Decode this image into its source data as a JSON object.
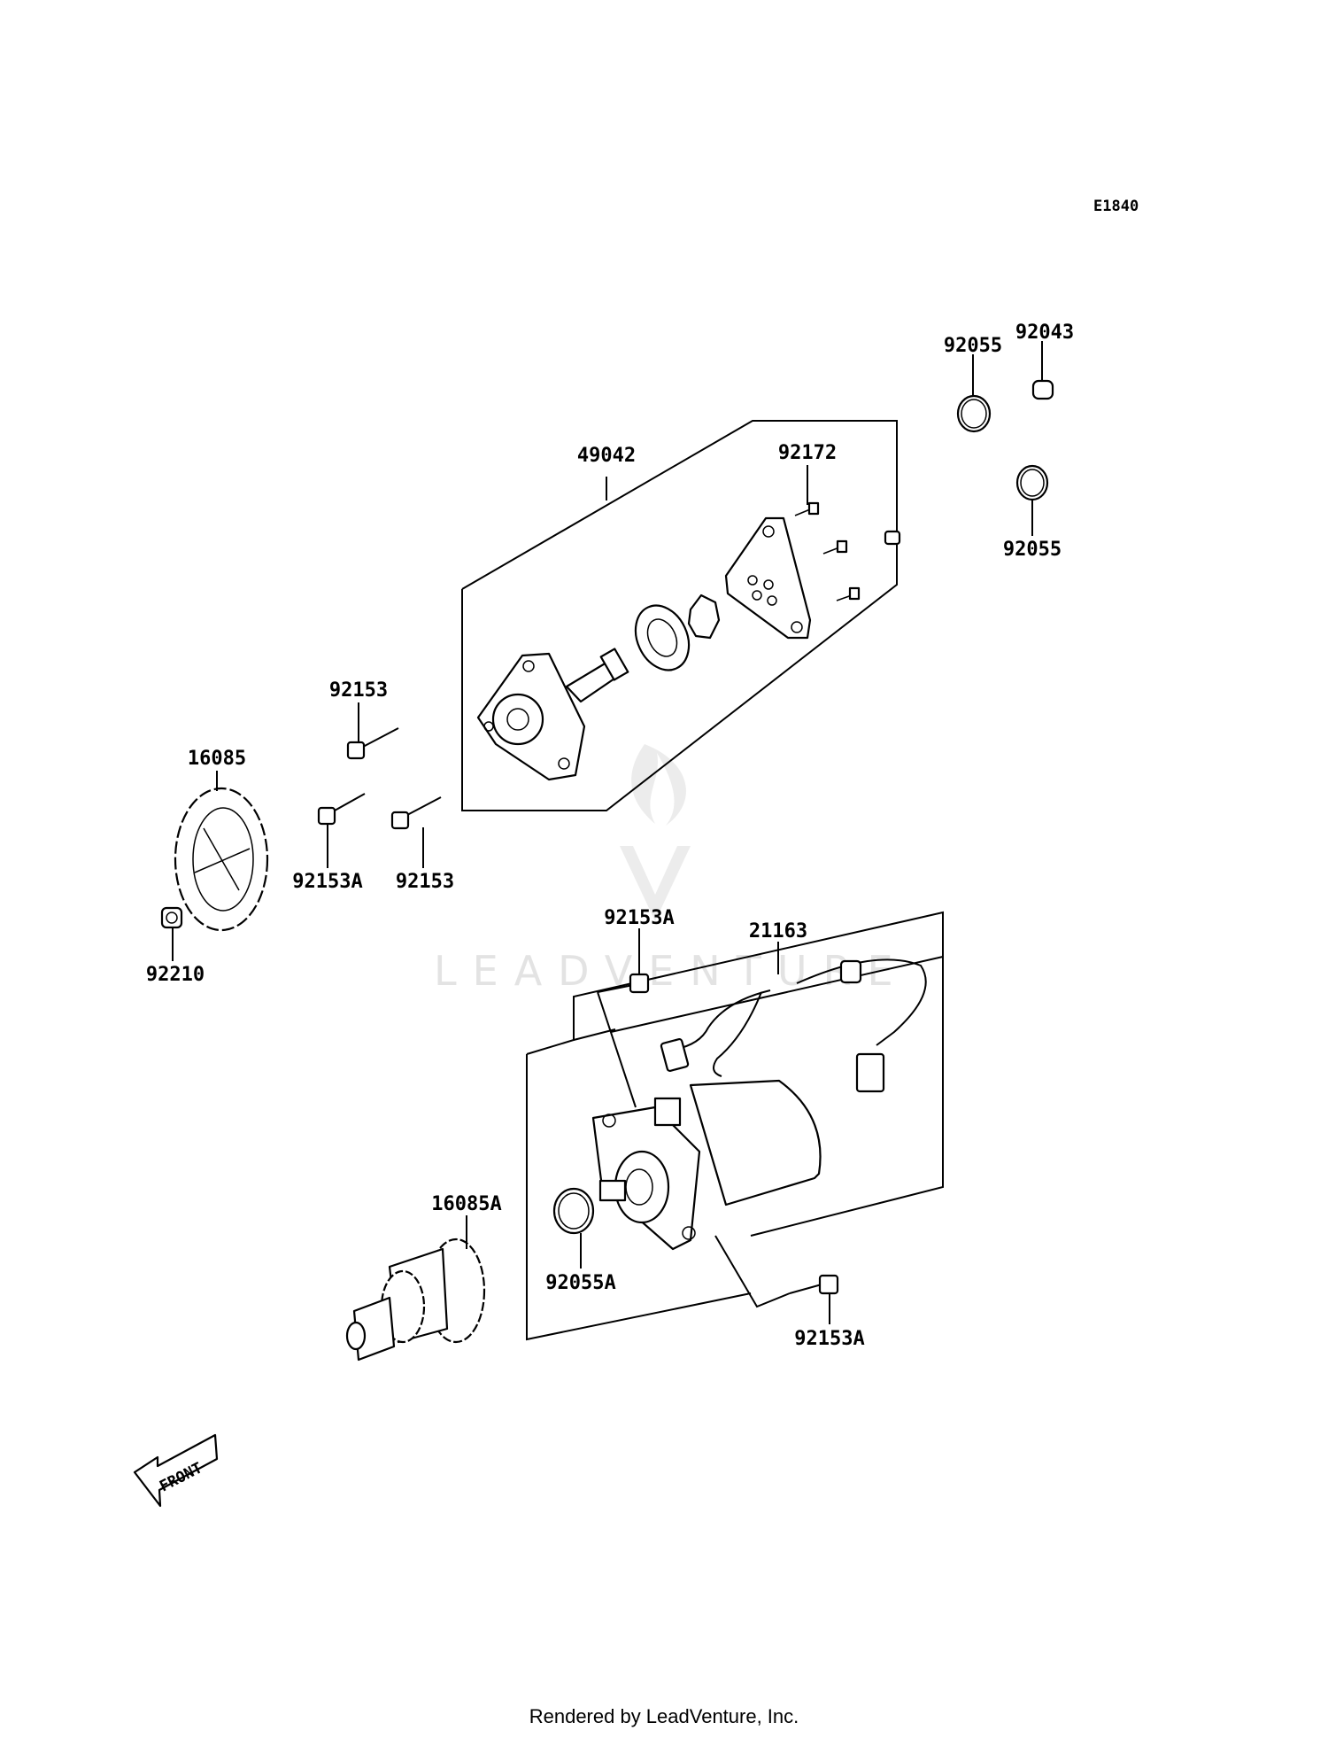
{
  "diagram_code": "E1840",
  "watermark": "LEADVENTURE",
  "footer": "Rendered by LeadVenture, Inc.",
  "front_label": "FRONT",
  "labels": {
    "p92055_top": "92055",
    "p92043": "92043",
    "p92055_right": "92055",
    "p49042": "49042",
    "p92172": "92172",
    "p92153_upper": "92153",
    "p16085": "16085",
    "p92153A_left": "92153A",
    "p92153_lower": "92153",
    "p92210": "92210",
    "p92153A_top": "92153A",
    "p21163": "21163",
    "p16085A": "16085A",
    "p92055A": "92055A",
    "p92153A_bottom": "92153A"
  }
}
